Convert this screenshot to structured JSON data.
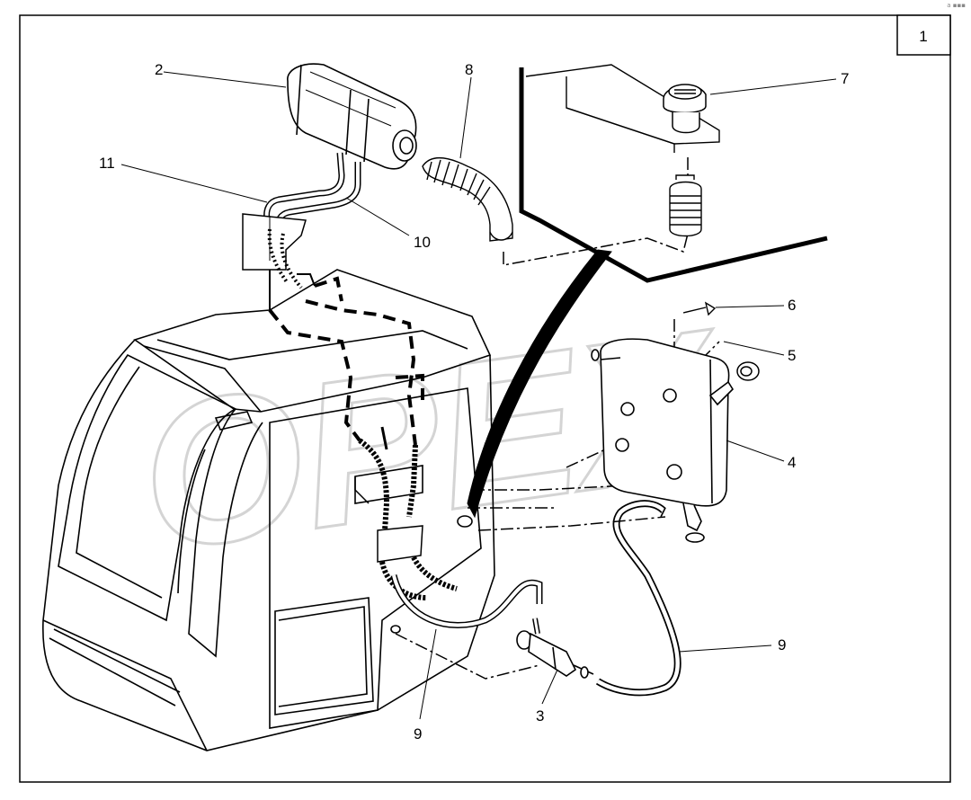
{
  "page_number": "1",
  "watermark": "OPEX",
  "corner_mark": "a ▪▪▪",
  "callouts": [
    {
      "id": "c2",
      "label": "2"
    },
    {
      "id": "c8",
      "label": "8"
    },
    {
      "id": "c7",
      "label": "7"
    },
    {
      "id": "c11",
      "label": "11"
    },
    {
      "id": "c10",
      "label": "10"
    },
    {
      "id": "c6",
      "label": "6"
    },
    {
      "id": "c5",
      "label": "5"
    },
    {
      "id": "c4",
      "label": "4"
    },
    {
      "id": "c9a",
      "label": "9"
    },
    {
      "id": "c9b",
      "label": "9"
    },
    {
      "id": "c3",
      "label": "3"
    }
  ]
}
